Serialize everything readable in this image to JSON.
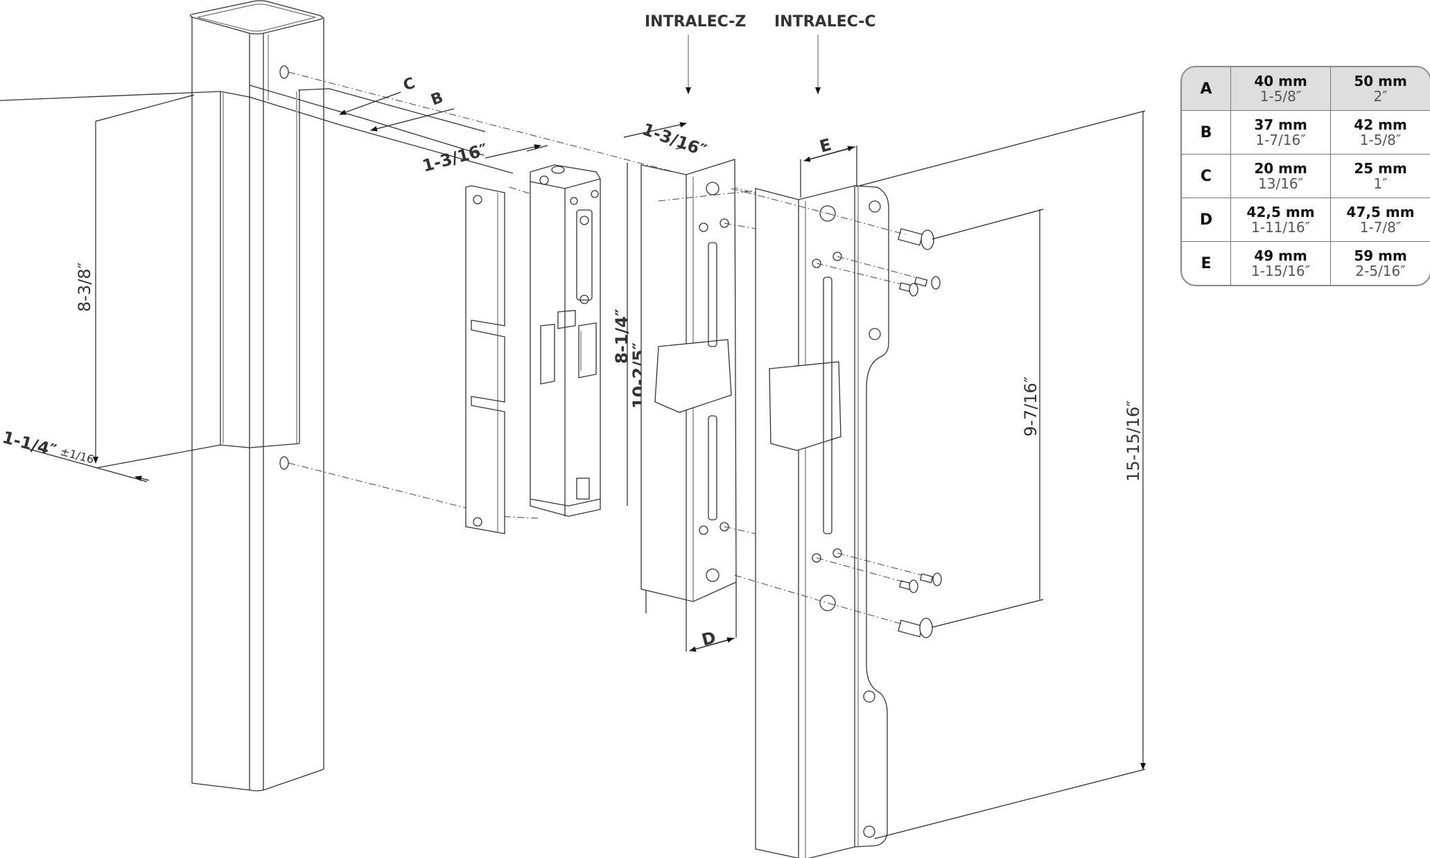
{
  "products": {
    "left_label": "INTRALEC-Z",
    "right_label": "INTRALEC-C"
  },
  "dimensions": {
    "post_height": "8-3/8″",
    "post_offset": "1-1/4″",
    "post_offset_tolerance": "±1/16",
    "strike_depth_left": "1-3/16″",
    "strike_depth_right": "1-3/16″",
    "strike_length": "8-1/4″",
    "z_plate_length": "10-2/5″",
    "c_hole_spacing": "9-7/16″",
    "c_plate_length": "15-15/16″",
    "letter_B": "B",
    "letter_C": "C",
    "letter_D": "D",
    "letter_E": "E"
  },
  "table": {
    "rows": [
      {
        "key": "A",
        "col1_mm": "40 mm",
        "col1_in": "1-5/8″",
        "col2_mm": "50 mm",
        "col2_in": "2″"
      },
      {
        "key": "B",
        "col1_mm": "37 mm",
        "col1_in": "1-7/16″",
        "col2_mm": "42 mm",
        "col2_in": "1-5/8″"
      },
      {
        "key": "C",
        "col1_mm": "20 mm",
        "col1_in": "13/16″",
        "col2_mm": "25 mm",
        "col2_in": "1″"
      },
      {
        "key": "D",
        "col1_mm": "42,5 mm",
        "col1_in": "1-11/16″",
        "col2_mm": "47,5 mm",
        "col2_in": "1-7/8″"
      },
      {
        "key": "E",
        "col1_mm": "49 mm",
        "col1_in": "1-15/16″",
        "col2_mm": "59 mm",
        "col2_in": "2-5/16″"
      }
    ]
  }
}
